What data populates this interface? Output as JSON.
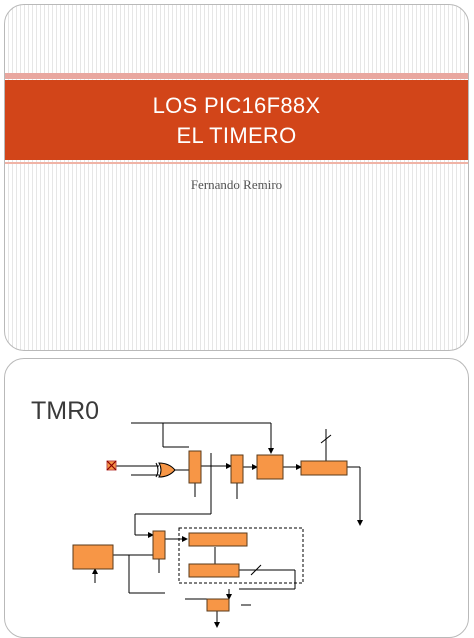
{
  "slide1": {
    "title_line1": "LOS PIC16F88X",
    "title_line2": "EL TIMERO",
    "author": "Fernando Remiro",
    "colors": {
      "band": "#d24519",
      "accent_bar": "#e9a79f"
    }
  },
  "slide2": {
    "heading": "TMR0",
    "diagram": {
      "block_fill": "#f79646",
      "line_color": "#000000",
      "input_pin": "cross-marked input pin",
      "elements": [
        "input-pin",
        "xor-gate",
        "mux-1",
        "mux-2",
        "sync-block",
        "tmr0-register",
        "left-block",
        "mux-3",
        "prescaler-top",
        "prescaler-bottom",
        "bottom-mux",
        "dashed-box"
      ]
    }
  }
}
